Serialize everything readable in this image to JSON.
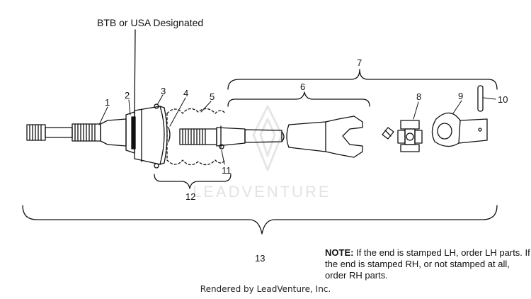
{
  "header": {
    "label": "BTB or USA Designated"
  },
  "watermark": {
    "text": "LEADVENTURE"
  },
  "callouts": [
    "1",
    "2",
    "3",
    "4",
    "5",
    "6",
    "7",
    "8",
    "9",
    "10",
    "11",
    "12",
    "13"
  ],
  "note": {
    "label": "NOTE:",
    "text": "If the end is stamped LH, order LH parts.  If the end is stamped RH, or not stamped at all, order RH parts."
  },
  "footer": {
    "text": "Rendered by LeadVenture, Inc."
  },
  "colors": {
    "ink": "#111111",
    "watermark": "#e3e3e3",
    "background": "#ffffff"
  }
}
